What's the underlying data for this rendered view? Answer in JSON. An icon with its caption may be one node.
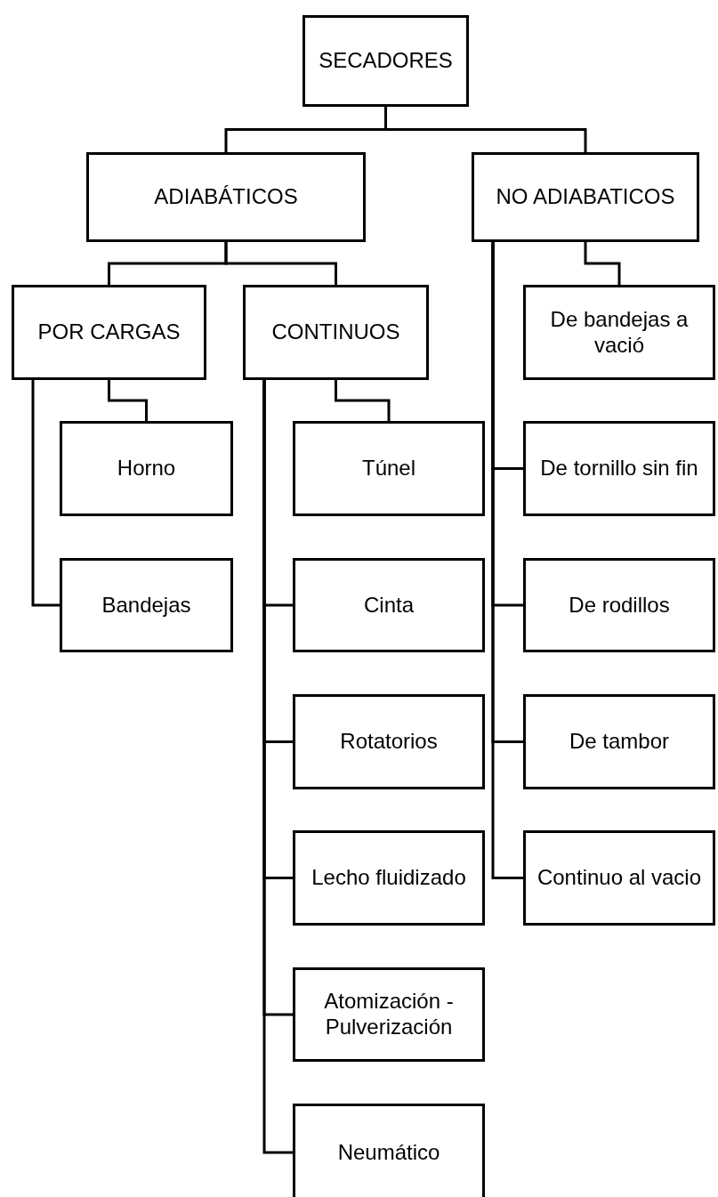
{
  "diagram": {
    "nodes": [
      {
        "text": [
          "SECADORES"
        ]
      },
      {
        "text": [
          "ADIABÁTICOS"
        ]
      },
      {
        "text": [
          "NO ADIABATICOS"
        ]
      },
      {
        "text": [
          "POR CARGAS"
        ]
      },
      {
        "text": [
          "CONTINUOS"
        ]
      },
      {
        "text": [
          "Horno"
        ]
      },
      {
        "text": [
          "Bandejas"
        ]
      },
      {
        "text": [
          "Túnel"
        ]
      },
      {
        "text": [
          "Cinta"
        ]
      },
      {
        "text": [
          "Rotatorios"
        ]
      },
      {
        "text": [
          "Lecho fluidizado"
        ]
      },
      {
        "text": [
          "Atomización - Pulverización"
        ]
      },
      {
        "text": [
          "Neumático"
        ]
      },
      {
        "text": [
          "De bandejas a vació"
        ]
      },
      {
        "text": [
          "De tornillo sin fin"
        ]
      },
      {
        "text": [
          "De rodillos"
        ]
      },
      {
        "text": [
          "De tambor"
        ]
      },
      {
        "text": [
          "Continuo al vacio"
        ]
      }
    ],
    "edges": [
      {
        "from": 0,
        "to": 1,
        "arrow": "none"
      },
      {
        "from": 0,
        "to": 2,
        "arrow": "none"
      },
      {
        "from": 1,
        "to": 3,
        "arrow": "none"
      },
      {
        "from": 1,
        "to": 4,
        "arrow": "none"
      },
      {
        "from": 3,
        "to": 5,
        "arrow": "none"
      },
      {
        "from": 3,
        "to": 6,
        "arrow": "none"
      },
      {
        "from": 4,
        "to": 7,
        "arrow": "none"
      },
      {
        "from": 4,
        "to": 8,
        "arrow": "none"
      },
      {
        "from": 4,
        "to": 9,
        "arrow": "none"
      },
      {
        "from": 4,
        "to": 10,
        "arrow": "none"
      },
      {
        "from": 4,
        "to": 11,
        "arrow": "none"
      },
      {
        "from": 4,
        "to": 12,
        "arrow": "none"
      },
      {
        "from": 2,
        "to": 13,
        "arrow": "none"
      },
      {
        "from": 2,
        "to": 14,
        "arrow": "none"
      },
      {
        "from": 2,
        "to": 15,
        "arrow": "none"
      },
      {
        "from": 2,
        "to": 16,
        "arrow": "none"
      },
      {
        "from": 2,
        "to": 17,
        "arrow": "none"
      }
    ]
  }
}
